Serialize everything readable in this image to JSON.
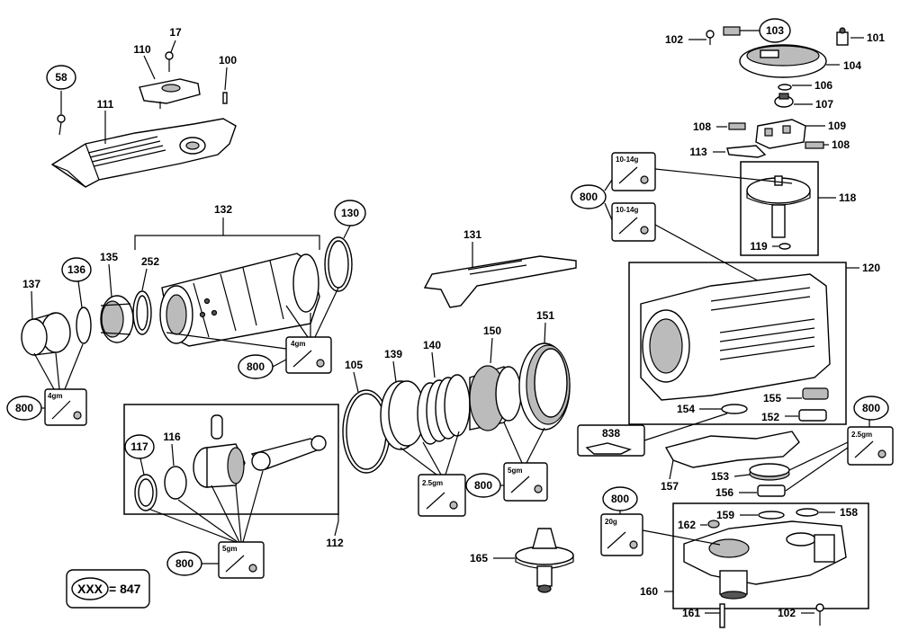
{
  "labels": {
    "p58": "58",
    "p17": "17",
    "p110": "110",
    "p100": "100",
    "p111": "111",
    "p132": "132",
    "p130": "130",
    "p137": "137",
    "p136": "136",
    "p135": "135",
    "p252": "252",
    "p131": "131",
    "p105": "105",
    "p139": "139",
    "p140": "140",
    "p150": "150",
    "p151": "151",
    "p117": "117",
    "p116": "116",
    "p112": "112",
    "p165": "165",
    "p102a": "102",
    "p103": "103",
    "p101": "101",
    "p104": "104",
    "p106": "106",
    "p107": "107",
    "p108a": "108",
    "p109": "109",
    "p108b": "108",
    "p113": "113",
    "p118": "118",
    "p119": "119",
    "p120": "120",
    "p155": "155",
    "p154": "154",
    "p152": "152",
    "p838": "838",
    "p157": "157",
    "p153": "153",
    "p156": "156",
    "p159": "159",
    "p158": "158",
    "p162": "162",
    "p160": "160",
    "p161": "161",
    "p102b": "102"
  },
  "grease_callouts": {
    "g1": {
      "id": "800",
      "amount": "4gm"
    },
    "g2": {
      "id": "800",
      "amount": "4gm"
    },
    "g3": {
      "id": "800",
      "amount": "5gm"
    },
    "g4": {
      "id": "800",
      "amount": "2.5gm"
    },
    "g5": {
      "id": "800",
      "amount": "5gm"
    },
    "g6": {
      "id": "800",
      "amount": "10-14g"
    },
    "g6b": {
      "amount": "10-14g"
    },
    "g7": {
      "id": "800",
      "amount": "2.5gm"
    },
    "g8": {
      "id": "800",
      "amount": "20g"
    }
  },
  "legend": {
    "xxx": "XXX",
    "text": "= 847"
  }
}
